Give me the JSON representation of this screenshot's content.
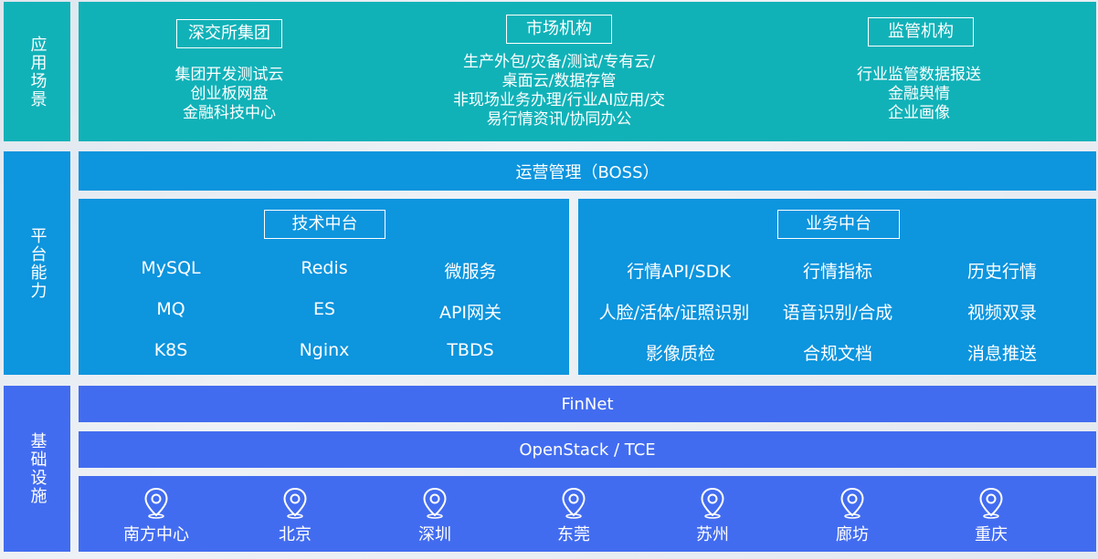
{
  "side_labels": {
    "application": "应用场景",
    "platform": "平台能力",
    "infrastructure": "基础设施"
  },
  "scenarios": [
    {
      "title": "深交所集团",
      "lines": [
        "集团开发测试云",
        "创业板网盘",
        "金融科技中心"
      ]
    },
    {
      "title": "市场机构",
      "lines": [
        "生产外包/灾备/测试/专有云/",
        "桌面云/数据存管",
        "非现场业务办理/行业AI应用/交",
        "易行情资讯/协同办公"
      ]
    },
    {
      "title": "监管机构",
      "lines": [
        "行业监管数据报送",
        "金融舆情",
        "企业画像"
      ]
    }
  ],
  "platform": {
    "boss": "运营管理（BOSS）",
    "tech": {
      "title": "技术中台",
      "items": [
        "MySQL",
        "Redis",
        "微服务",
        "MQ",
        "ES",
        "API网关",
        "K8S",
        "Nginx",
        "TBDS"
      ]
    },
    "business": {
      "title": "业务中台",
      "items": [
        "行情API/SDK",
        "行情指标",
        "历史行情",
        "人脸/活体/证照识别",
        "语音识别/合成",
        "视频双录",
        "影像质检",
        "合规文档",
        "消息推送"
      ]
    }
  },
  "infrastructure": {
    "finnet": "FinNet",
    "openstack": "OpenStack / TCE",
    "locations": [
      "南方中心",
      "北京",
      "深圳",
      "东莞",
      "苏州",
      "廊坊",
      "重庆"
    ]
  },
  "colors": {
    "application": "#10b2b8",
    "platform": "#0d95de",
    "infrastructure": "#426cf0"
  }
}
